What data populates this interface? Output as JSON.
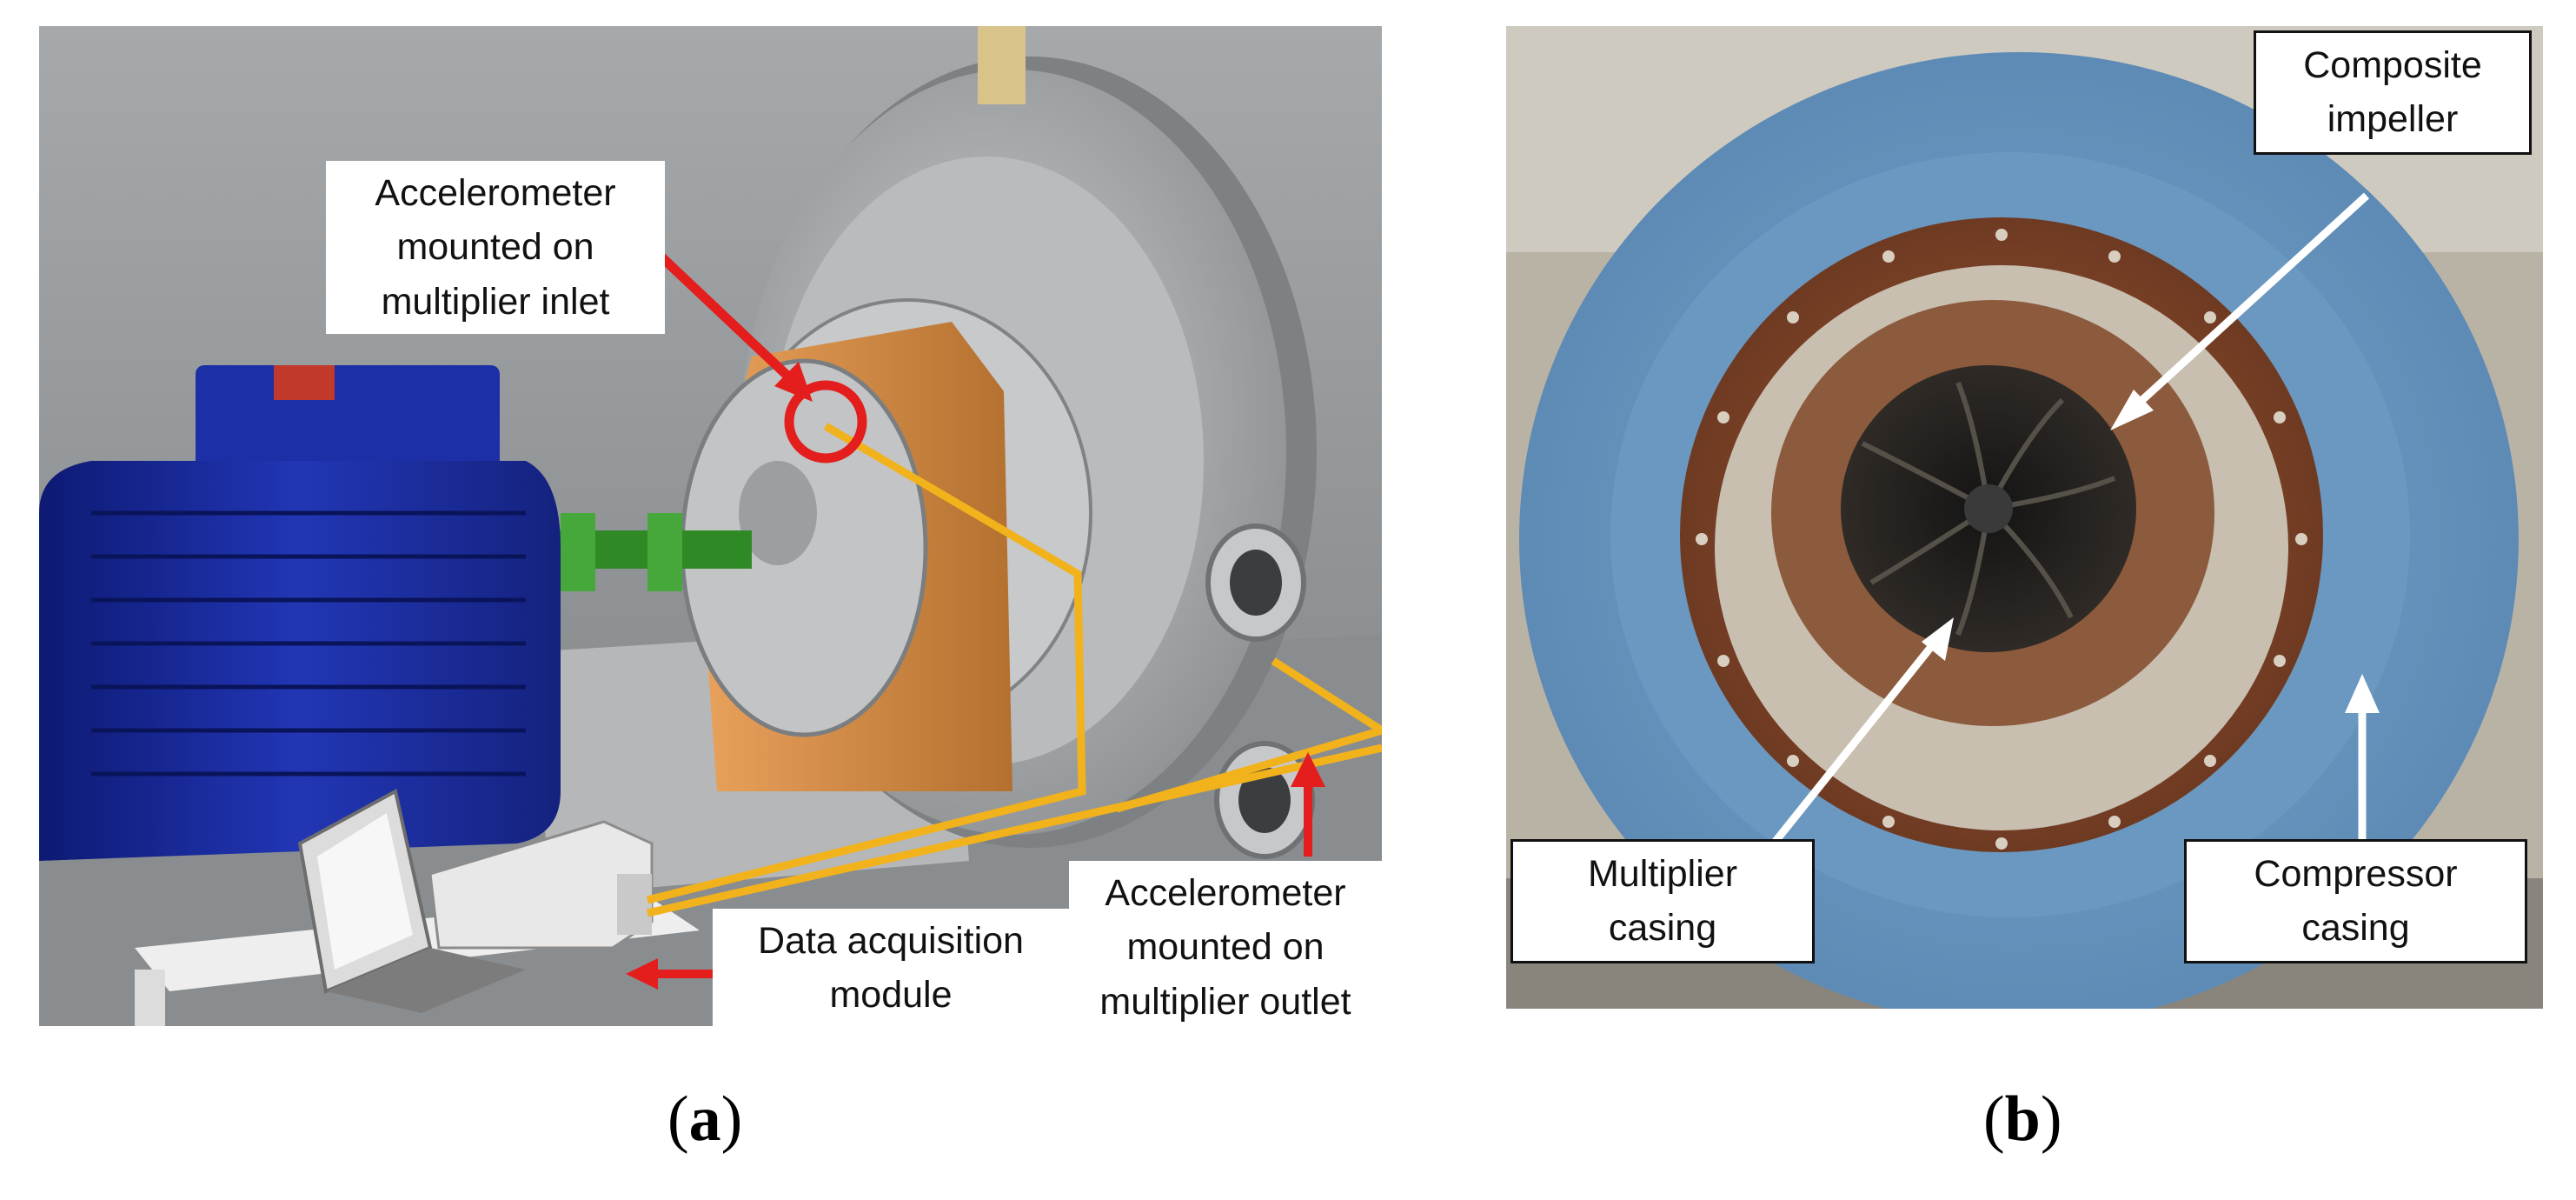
{
  "panels": {
    "a": {
      "label": "a",
      "callouts": {
        "inlet": [
          "Accelerometer",
          "mounted on",
          "multiplier inlet"
        ],
        "daq": [
          "Data acquisition",
          "module"
        ],
        "outlet": [
          "Accelerometer",
          "mounted on",
          "multiplier outlet"
        ]
      }
    },
    "b": {
      "label": "b",
      "callouts": {
        "impeller": [
          "Composite",
          "impeller"
        ],
        "multiplier_casing": [
          "Multiplier",
          "casing"
        ],
        "compressor_casing": [
          "Compressor",
          "casing"
        ]
      }
    }
  },
  "colors": {
    "background_a": "#9a9d9f",
    "motor": "#1d2fa3",
    "gearbox": "#cf8a45",
    "casing_grey": "#a8aaac",
    "coupling": "#3d9a2e",
    "cable": "#f2b21b",
    "marker": "#e41d1d",
    "casing_blue": "#6e9ec6",
    "impeller_copper": "#8a4a2b"
  }
}
